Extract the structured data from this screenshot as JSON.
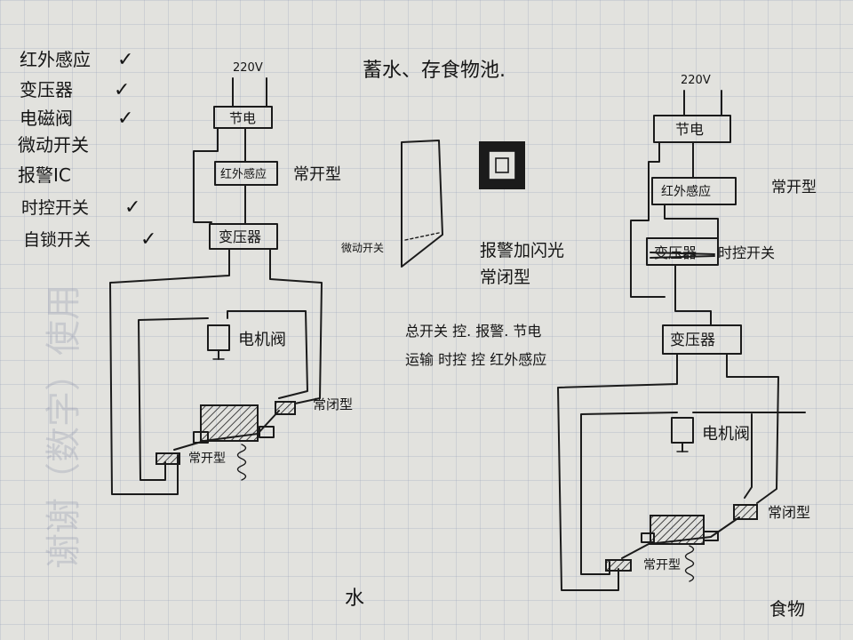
{
  "checklist": {
    "items": [
      {
        "label": "红外感应",
        "checked": true
      },
      {
        "label": "变压器",
        "checked": true
      },
      {
        "label": "电磁阀",
        "checked": true
      },
      {
        "label": "微动开关",
        "checked": false
      },
      {
        "label": "报警IC",
        "checked": false
      },
      {
        "label": "时控开关",
        "checked": true
      },
      {
        "label": "自锁开关",
        "checked": true
      }
    ],
    "check_mark": "✓"
  },
  "header": {
    "title": "蓄水、存食物池."
  },
  "notes": {
    "micro_switch": "微动开关",
    "alarm_line1": "报警加闪光",
    "alarm_line2": "常闭型",
    "master_line1": "总开关 控. 报警. 节电",
    "master_line2": "运输 时控 控 红外感应"
  },
  "left_diagram": {
    "voltage": "220V",
    "box_power": "节电",
    "box_sensor": "红外感应",
    "box_transformer": "变压器",
    "label_no": "常开型",
    "valve_label": "电机阀",
    "label_nc": "常闭型",
    "label_no2": "常开型",
    "caption": "水"
  },
  "right_diagram": {
    "voltage": "220V",
    "box_power": "节电",
    "box_sensor": "红外感应",
    "box_struck": "变压器",
    "timer": "时控开关",
    "box_transformer": "变压器",
    "label_no": "常开型",
    "valve_label": "电机阀",
    "label_nc": "常闭型",
    "label_no2": "常开型",
    "caption": "食物"
  },
  "colors": {
    "ink": "#1b1b1b",
    "paper": "#e2e2de",
    "grid": "#969fb9"
  }
}
